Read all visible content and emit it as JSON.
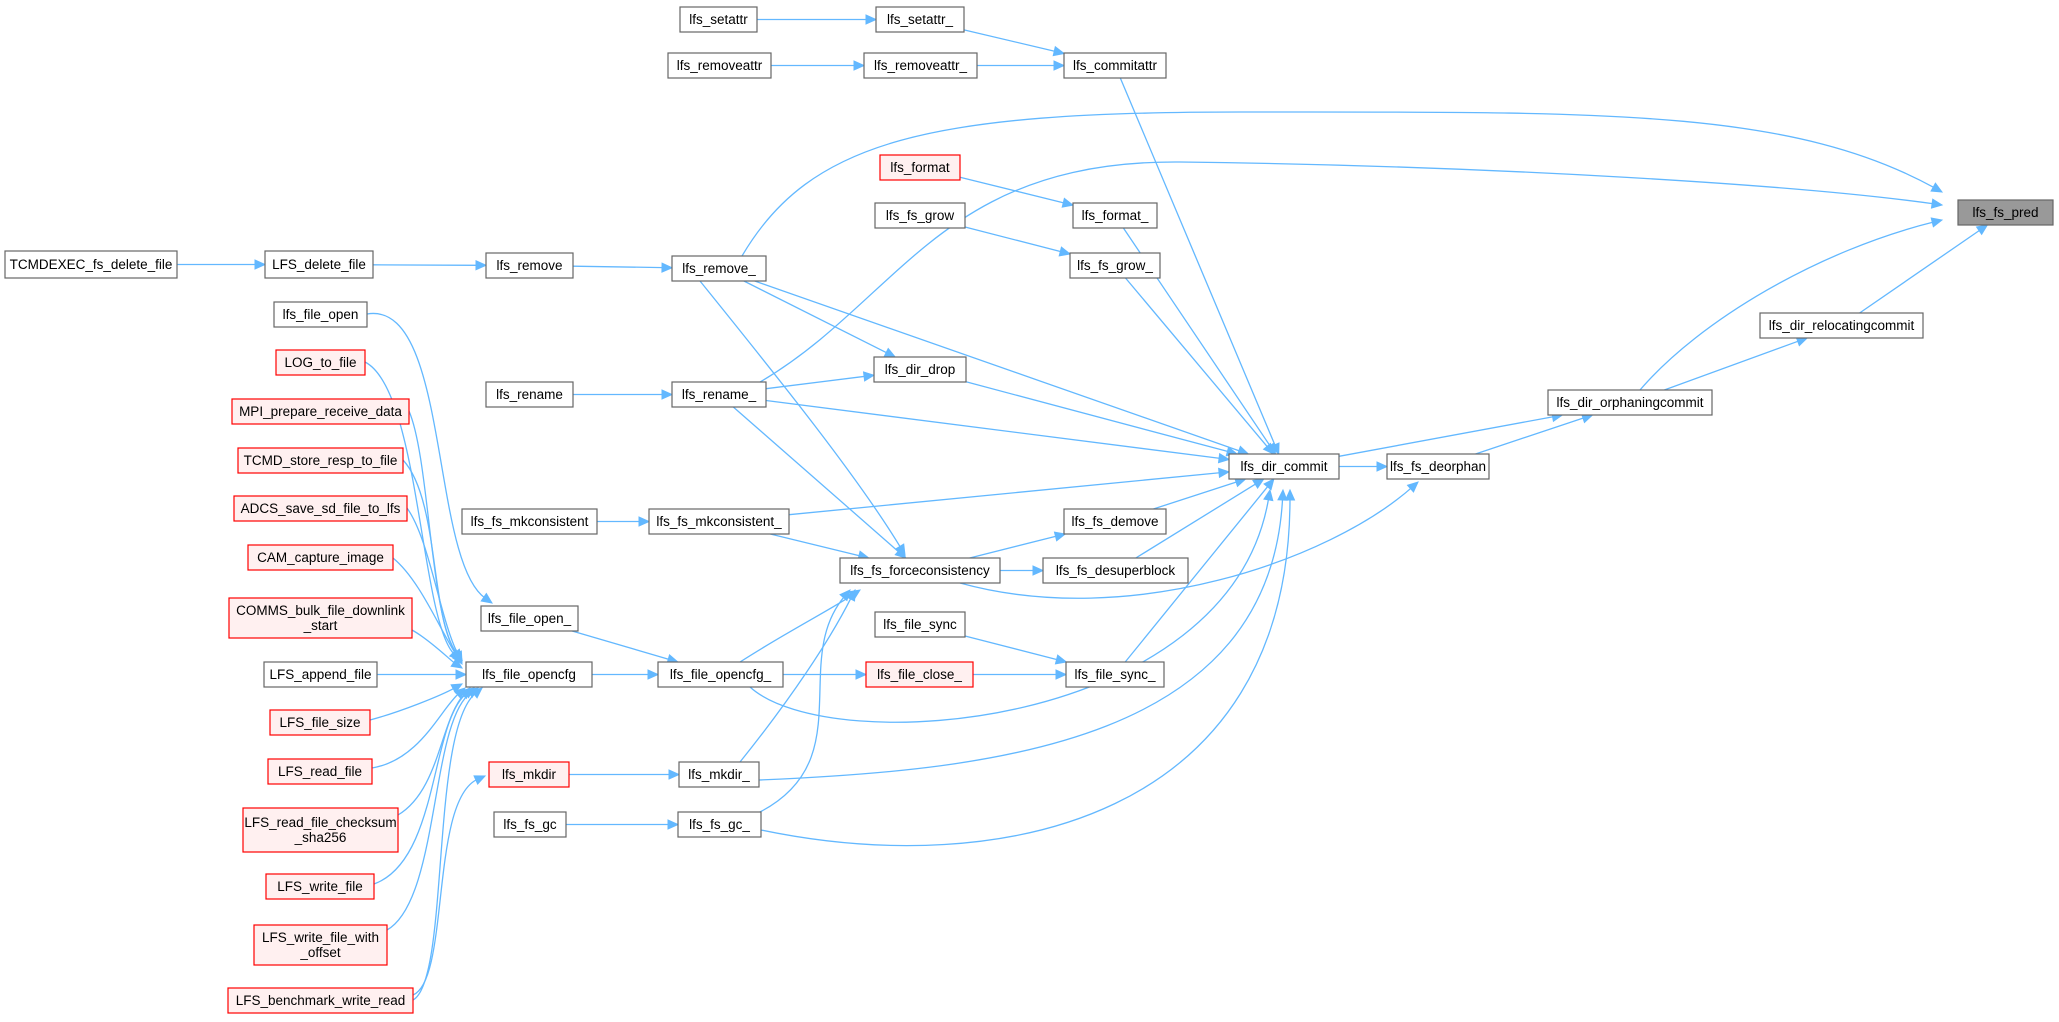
{
  "colors": {
    "edge": "#63b8ff",
    "node_fill": "#ffffff",
    "node_border": "#666666",
    "red_border": "#ff0000",
    "red_fill": "#fff0f0",
    "highlight_fill": "#999999",
    "highlight_border": "#666666"
  },
  "nodes": [
    {
      "id": "lfs_fs_pred",
      "lines": [
        "lfs_fs_pred"
      ],
      "style": "highlight"
    },
    {
      "id": "lfs_setattr",
      "lines": [
        "lfs_setattr"
      ],
      "style": "normal"
    },
    {
      "id": "lfs_setattr_",
      "lines": [
        "lfs_setattr_"
      ],
      "style": "normal"
    },
    {
      "id": "lfs_removeattr",
      "lines": [
        "lfs_removeattr"
      ],
      "style": "normal"
    },
    {
      "id": "lfs_removeattr_",
      "lines": [
        "lfs_removeattr_"
      ],
      "style": "normal"
    },
    {
      "id": "lfs_commitattr",
      "lines": [
        "lfs_commitattr"
      ],
      "style": "normal"
    },
    {
      "id": "lfs_format",
      "lines": [
        "lfs_format"
      ],
      "style": "red"
    },
    {
      "id": "lfs_format_",
      "lines": [
        "lfs_format_"
      ],
      "style": "normal"
    },
    {
      "id": "lfs_fs_grow",
      "lines": [
        "lfs_fs_grow"
      ],
      "style": "normal"
    },
    {
      "id": "lfs_fs_grow_",
      "lines": [
        "lfs_fs_grow_"
      ],
      "style": "normal"
    },
    {
      "id": "TCMDEXEC_fs_delete_file",
      "lines": [
        "TCMDEXEC_fs_delete_file"
      ],
      "style": "normal"
    },
    {
      "id": "LFS_delete_file",
      "lines": [
        "LFS_delete_file"
      ],
      "style": "normal"
    },
    {
      "id": "lfs_remove",
      "lines": [
        "lfs_remove"
      ],
      "style": "normal"
    },
    {
      "id": "lfs_remove_",
      "lines": [
        "lfs_remove_"
      ],
      "style": "normal"
    },
    {
      "id": "lfs_file_open",
      "lines": [
        "lfs_file_open"
      ],
      "style": "normal"
    },
    {
      "id": "LOG_to_file",
      "lines": [
        "LOG_to_file"
      ],
      "style": "red"
    },
    {
      "id": "MPI_prepare_receive_data",
      "lines": [
        "MPI_prepare_receive_data"
      ],
      "style": "red"
    },
    {
      "id": "TCMD_store_resp_to_file",
      "lines": [
        "TCMD_store_resp_to_file"
      ],
      "style": "red"
    },
    {
      "id": "ADCS_save_sd_file_to_lfs",
      "lines": [
        "ADCS_save_sd_file_to_lfs"
      ],
      "style": "red"
    },
    {
      "id": "CAM_capture_image",
      "lines": [
        "CAM_capture_image"
      ],
      "style": "red"
    },
    {
      "id": "COMMS_bulk_file_downlink_start",
      "lines": [
        "COMMS_bulk_file_downlink",
        "_start"
      ],
      "style": "red"
    },
    {
      "id": "LFS_append_file",
      "lines": [
        "LFS_append_file"
      ],
      "style": "normal"
    },
    {
      "id": "LFS_file_size",
      "lines": [
        "LFS_file_size"
      ],
      "style": "red"
    },
    {
      "id": "LFS_read_file",
      "lines": [
        "LFS_read_file"
      ],
      "style": "red"
    },
    {
      "id": "LFS_read_file_checksum_sha256",
      "lines": [
        "LFS_read_file_checksum",
        "_sha256"
      ],
      "style": "red"
    },
    {
      "id": "LFS_write_file",
      "lines": [
        "LFS_write_file"
      ],
      "style": "red"
    },
    {
      "id": "LFS_write_file_with_offset",
      "lines": [
        "LFS_write_file_with",
        "_offset"
      ],
      "style": "red"
    },
    {
      "id": "LFS_benchmark_write_read",
      "lines": [
        "LFS_benchmark_write_read"
      ],
      "style": "red"
    },
    {
      "id": "lfs_rename",
      "lines": [
        "lfs_rename"
      ],
      "style": "normal"
    },
    {
      "id": "lfs_rename_",
      "lines": [
        "lfs_rename_"
      ],
      "style": "normal"
    },
    {
      "id": "lfs_dir_drop",
      "lines": [
        "lfs_dir_drop"
      ],
      "style": "normal"
    },
    {
      "id": "lfs_fs_mkconsistent",
      "lines": [
        "lfs_fs_mkconsistent"
      ],
      "style": "normal"
    },
    {
      "id": "lfs_fs_mkconsistent_",
      "lines": [
        "lfs_fs_mkconsistent_"
      ],
      "style": "normal"
    },
    {
      "id": "lfs_fs_forceconsistency",
      "lines": [
        "lfs_fs_forceconsistency"
      ],
      "style": "normal"
    },
    {
      "id": "lfs_fs_demove",
      "lines": [
        "lfs_fs_demove"
      ],
      "style": "normal"
    },
    {
      "id": "lfs_fs_desuperblock",
      "lines": [
        "lfs_fs_desuperblock"
      ],
      "style": "normal"
    },
    {
      "id": "lfs_file_open_",
      "lines": [
        "lfs_file_open_"
      ],
      "style": "normal"
    },
    {
      "id": "lfs_file_opencfg",
      "lines": [
        "lfs_file_opencfg"
      ],
      "style": "normal"
    },
    {
      "id": "lfs_file_opencfg_",
      "lines": [
        "lfs_file_opencfg_"
      ],
      "style": "normal"
    },
    {
      "id": "lfs_file_sync",
      "lines": [
        "lfs_file_sync"
      ],
      "style": "normal"
    },
    {
      "id": "lfs_file_close_",
      "lines": [
        "lfs_file_close_"
      ],
      "style": "red"
    },
    {
      "id": "lfs_file_sync_",
      "lines": [
        "lfs_file_sync_"
      ],
      "style": "normal"
    },
    {
      "id": "lfs_mkdir",
      "lines": [
        "lfs_mkdir"
      ],
      "style": "red"
    },
    {
      "id": "lfs_mkdir_",
      "lines": [
        "lfs_mkdir_"
      ],
      "style": "normal"
    },
    {
      "id": "lfs_fs_gc",
      "lines": [
        "lfs_fs_gc"
      ],
      "style": "normal"
    },
    {
      "id": "lfs_fs_gc_",
      "lines": [
        "lfs_fs_gc_"
      ],
      "style": "normal"
    },
    {
      "id": "lfs_dir_commit",
      "lines": [
        "lfs_dir_commit"
      ],
      "style": "normal"
    },
    {
      "id": "lfs_fs_deorphan",
      "lines": [
        "lfs_fs_deorphan"
      ],
      "style": "normal"
    },
    {
      "id": "lfs_dir_orphaningcommit",
      "lines": [
        "lfs_dir_orphaningcommit"
      ],
      "style": "normal"
    },
    {
      "id": "lfs_dir_relocatingcommit",
      "lines": [
        "lfs_dir_relocatingcommit"
      ],
      "style": "normal"
    }
  ],
  "edges": [
    {
      "from": "lfs_setattr",
      "to": "lfs_setattr_"
    },
    {
      "from": "lfs_setattr_",
      "to": "lfs_commitattr"
    },
    {
      "from": "lfs_removeattr",
      "to": "lfs_removeattr_"
    },
    {
      "from": "lfs_removeattr_",
      "to": "lfs_commitattr"
    },
    {
      "from": "lfs_commitattr",
      "to": "lfs_dir_commit"
    },
    {
      "from": "lfs_format",
      "to": "lfs_format_"
    },
    {
      "from": "lfs_format_",
      "to": "lfs_dir_commit"
    },
    {
      "from": "lfs_fs_grow",
      "to": "lfs_fs_grow_"
    },
    {
      "from": "lfs_fs_grow_",
      "to": "lfs_dir_commit"
    },
    {
      "from": "TCMDEXEC_fs_delete_file",
      "to": "LFS_delete_file"
    },
    {
      "from": "LFS_delete_file",
      "to": "lfs_remove"
    },
    {
      "from": "lfs_remove",
      "to": "lfs_remove_"
    },
    {
      "from": "lfs_remove_",
      "to": "lfs_fs_pred"
    },
    {
      "from": "lfs_remove_",
      "to": "lfs_dir_drop"
    },
    {
      "from": "lfs_remove_",
      "to": "lfs_dir_commit"
    },
    {
      "from": "lfs_remove_",
      "to": "lfs_fs_forceconsistency"
    },
    {
      "from": "lfs_rename",
      "to": "lfs_rename_"
    },
    {
      "from": "lfs_rename_",
      "to": "lfs_fs_pred"
    },
    {
      "from": "lfs_rename_",
      "to": "lfs_dir_drop"
    },
    {
      "from": "lfs_rename_",
      "to": "lfs_dir_commit"
    },
    {
      "from": "lfs_rename_",
      "to": "lfs_fs_forceconsistency"
    },
    {
      "from": "lfs_dir_drop",
      "to": "lfs_dir_commit"
    },
    {
      "from": "lfs_fs_mkconsistent",
      "to": "lfs_fs_mkconsistent_"
    },
    {
      "from": "lfs_fs_mkconsistent_",
      "to": "lfs_dir_commit"
    },
    {
      "from": "lfs_fs_mkconsistent_",
      "to": "lfs_fs_forceconsistency"
    },
    {
      "from": "lfs_fs_forceconsistency",
      "to": "lfs_fs_demove"
    },
    {
      "from": "lfs_fs_forceconsistency",
      "to": "lfs_fs_desuperblock"
    },
    {
      "from": "lfs_fs_forceconsistency",
      "to": "lfs_fs_deorphan"
    },
    {
      "from": "lfs_fs_demove",
      "to": "lfs_dir_commit"
    },
    {
      "from": "lfs_fs_desuperblock",
      "to": "lfs_dir_commit"
    },
    {
      "from": "lfs_file_open",
      "to": "lfs_file_open_"
    },
    {
      "from": "LOG_to_file",
      "to": "lfs_file_opencfg"
    },
    {
      "from": "MPI_prepare_receive_data",
      "to": "lfs_file_opencfg"
    },
    {
      "from": "TCMD_store_resp_to_file",
      "to": "lfs_file_opencfg"
    },
    {
      "from": "ADCS_save_sd_file_to_lfs",
      "to": "lfs_file_opencfg"
    },
    {
      "from": "CAM_capture_image",
      "to": "lfs_file_opencfg"
    },
    {
      "from": "COMMS_bulk_file_downlink_start",
      "to": "lfs_file_opencfg"
    },
    {
      "from": "LFS_append_file",
      "to": "lfs_file_opencfg"
    },
    {
      "from": "LFS_file_size",
      "to": "lfs_file_opencfg"
    },
    {
      "from": "LFS_read_file",
      "to": "lfs_file_opencfg"
    },
    {
      "from": "LFS_read_file_checksum_sha256",
      "to": "lfs_file_opencfg"
    },
    {
      "from": "LFS_write_file",
      "to": "lfs_file_opencfg"
    },
    {
      "from": "LFS_write_file_with_offset",
      "to": "lfs_file_opencfg"
    },
    {
      "from": "LFS_benchmark_write_read",
      "to": "lfs_file_opencfg"
    },
    {
      "from": "LFS_benchmark_write_read",
      "to": "lfs_mkdir"
    },
    {
      "from": "lfs_file_open_",
      "to": "lfs_file_opencfg_"
    },
    {
      "from": "lfs_file_opencfg",
      "to": "lfs_file_opencfg_"
    },
    {
      "from": "lfs_file_opencfg_",
      "to": "lfs_fs_forceconsistency"
    },
    {
      "from": "lfs_file_opencfg_",
      "to": "lfs_file_close_"
    },
    {
      "from": "lfs_file_opencfg_",
      "to": "lfs_dir_commit"
    },
    {
      "from": "lfs_file_sync",
      "to": "lfs_file_sync_"
    },
    {
      "from": "lfs_file_close_",
      "to": "lfs_file_sync_"
    },
    {
      "from": "lfs_file_sync_",
      "to": "lfs_dir_commit"
    },
    {
      "from": "lfs_mkdir",
      "to": "lfs_mkdir_"
    },
    {
      "from": "lfs_mkdir_",
      "to": "lfs_fs_forceconsistency"
    },
    {
      "from": "lfs_mkdir_",
      "to": "lfs_dir_commit"
    },
    {
      "from": "lfs_fs_gc",
      "to": "lfs_fs_gc_"
    },
    {
      "from": "lfs_fs_gc_",
      "to": "lfs_fs_forceconsistency"
    },
    {
      "from": "lfs_fs_gc_",
      "to": "lfs_dir_commit"
    },
    {
      "from": "lfs_dir_commit",
      "to": "lfs_fs_deorphan"
    },
    {
      "from": "lfs_dir_commit",
      "to": "lfs_dir_orphaningcommit"
    },
    {
      "from": "lfs_fs_deorphan",
      "to": "lfs_dir_orphaningcommit"
    },
    {
      "from": "lfs_dir_orphaningcommit",
      "to": "lfs_dir_relocatingcommit"
    },
    {
      "from": "lfs_dir_orphaningcommit",
      "to": "lfs_fs_pred"
    },
    {
      "from": "lfs_dir_relocatingcommit",
      "to": "lfs_fs_pred"
    }
  ]
}
